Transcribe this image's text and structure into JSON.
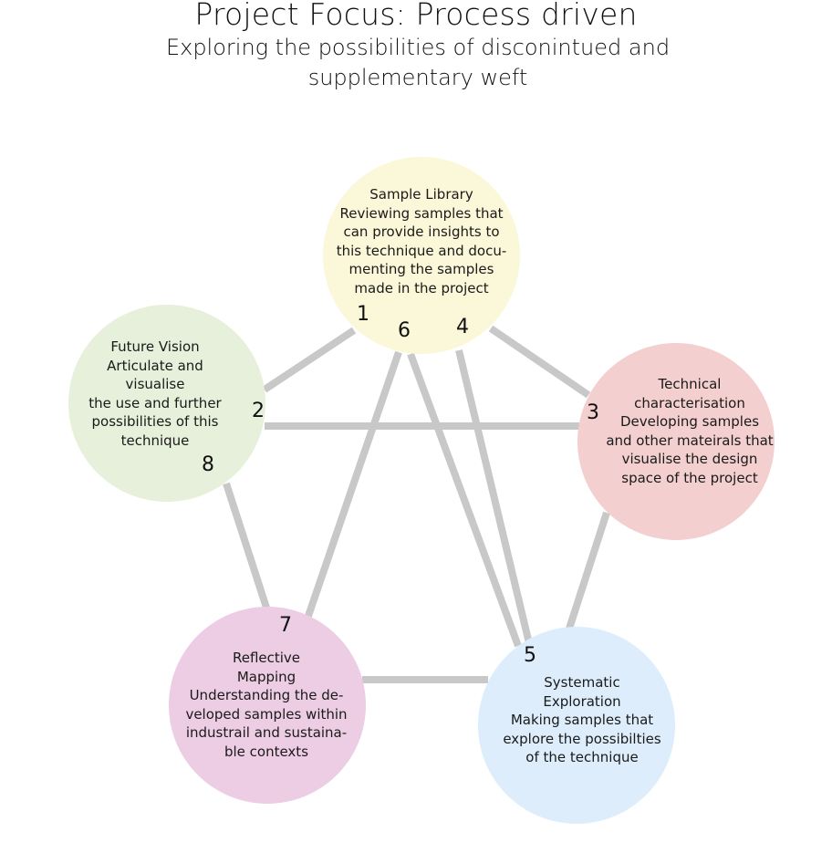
{
  "title": "Project Focus: Process driven",
  "subtitle": [
    "Exploring the possibilities of disconintued and",
    "supplementary weft"
  ],
  "colors": {
    "edge": "#c8c8c8",
    "sample_library": "#fbf7d9",
    "technical": "#f4cfcf",
    "systematic": "#ddedfb",
    "reflective": "#eccde4",
    "future": "#e6f0db"
  },
  "nodes": {
    "sample_library": [
      "Sample Library",
      "Reviewing samples that",
      "can provide insights to",
      "this technique and docu-",
      "menting the samples",
      "made in the project"
    ],
    "technical": [
      "Technical",
      "characterisation",
      "Developing samples",
      "and other mateirals that",
      "visualise the design",
      "space of the project"
    ],
    "systematic": [
      "Systematic",
      "Exploration",
      "Making samples that",
      "explore the possibilties",
      "of the technique"
    ],
    "reflective": [
      "Reflective",
      "Mapping",
      "Understanding the de-",
      "veloped samples within",
      "industrail and sustaina-",
      "ble contexts"
    ],
    "future": [
      "Future Vision",
      "Articulate and",
      "visualise",
      "the use and further",
      "possibilities of this",
      "technique"
    ]
  },
  "steps": [
    "1",
    "2",
    "3",
    "4",
    "5",
    "6",
    "7",
    "8"
  ]
}
